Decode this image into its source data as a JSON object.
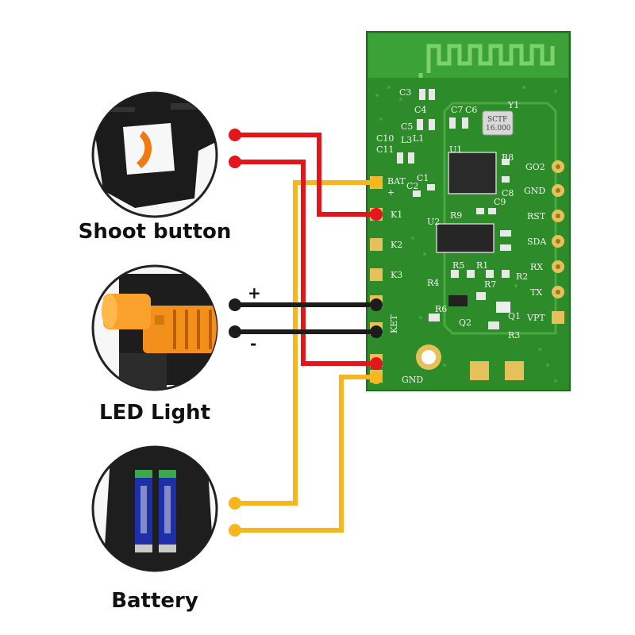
{
  "components": [
    {
      "id": "shoot",
      "label": "Shoot button"
    },
    {
      "id": "led",
      "label": "LED Light"
    },
    {
      "id": "battery",
      "label": "Battery"
    }
  ],
  "led_polarity": {
    "plus": "+",
    "minus": "-"
  },
  "board": {
    "pads_left": [
      "BAT",
      "+",
      "K1",
      "K2",
      "K3",
      "KET",
      "GND"
    ],
    "pads_right": [
      "GO2",
      "GND",
      "RST",
      "SDA",
      "RX",
      "TX",
      "VPT"
    ],
    "parts": [
      "C3",
      "C4",
      "C5",
      "C7",
      "C6",
      "Y1",
      "C10",
      "C11",
      "L1",
      "L3",
      "U1",
      "C8",
      "C2",
      "C1",
      "R8",
      "R9",
      "C9",
      "U2",
      "R5",
      "R1",
      "R2",
      "R4",
      "R6",
      "R7",
      "Q1",
      "Q2",
      "R3"
    ],
    "crystal_text": [
      "SCTF",
      "16.000"
    ]
  },
  "wire_colors": {
    "red": "#e3161b",
    "black": "#1c1c1c",
    "yellow": "#f7b51e"
  },
  "pcb_color": "#2e8b2a"
}
